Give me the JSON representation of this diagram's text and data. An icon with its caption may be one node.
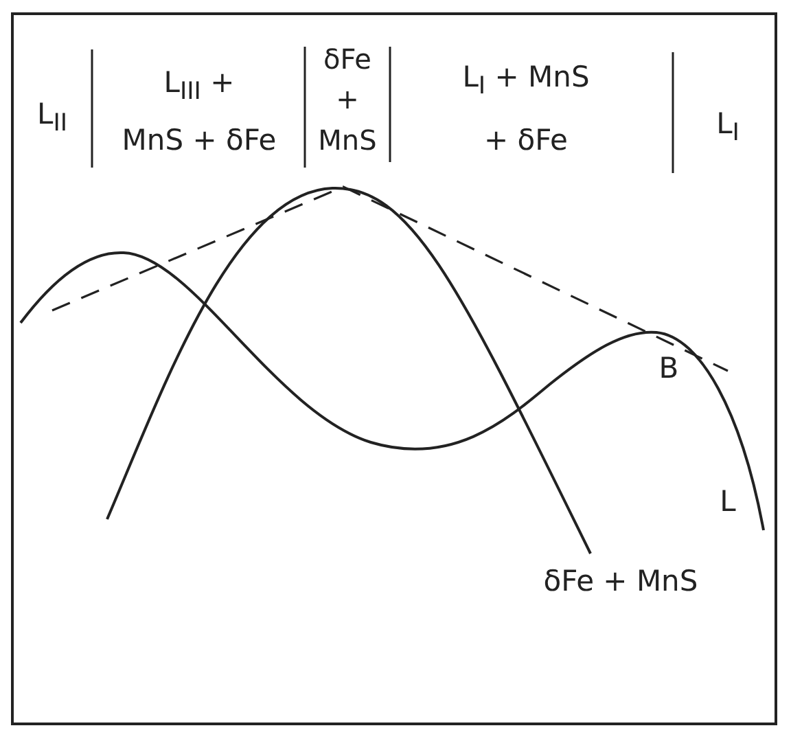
{
  "diagram": {
    "labels": [
      "L$_{II}$",
      "L$_{III}$ +",
      "MnS + δFe",
      "δFe",
      "+",
      "MnS",
      "L$_{I}$ + MnS",
      "+ δFe",
      "L$_{I}$",
      "B",
      "L",
      "δFe + MnS"
    ]
  }
}
